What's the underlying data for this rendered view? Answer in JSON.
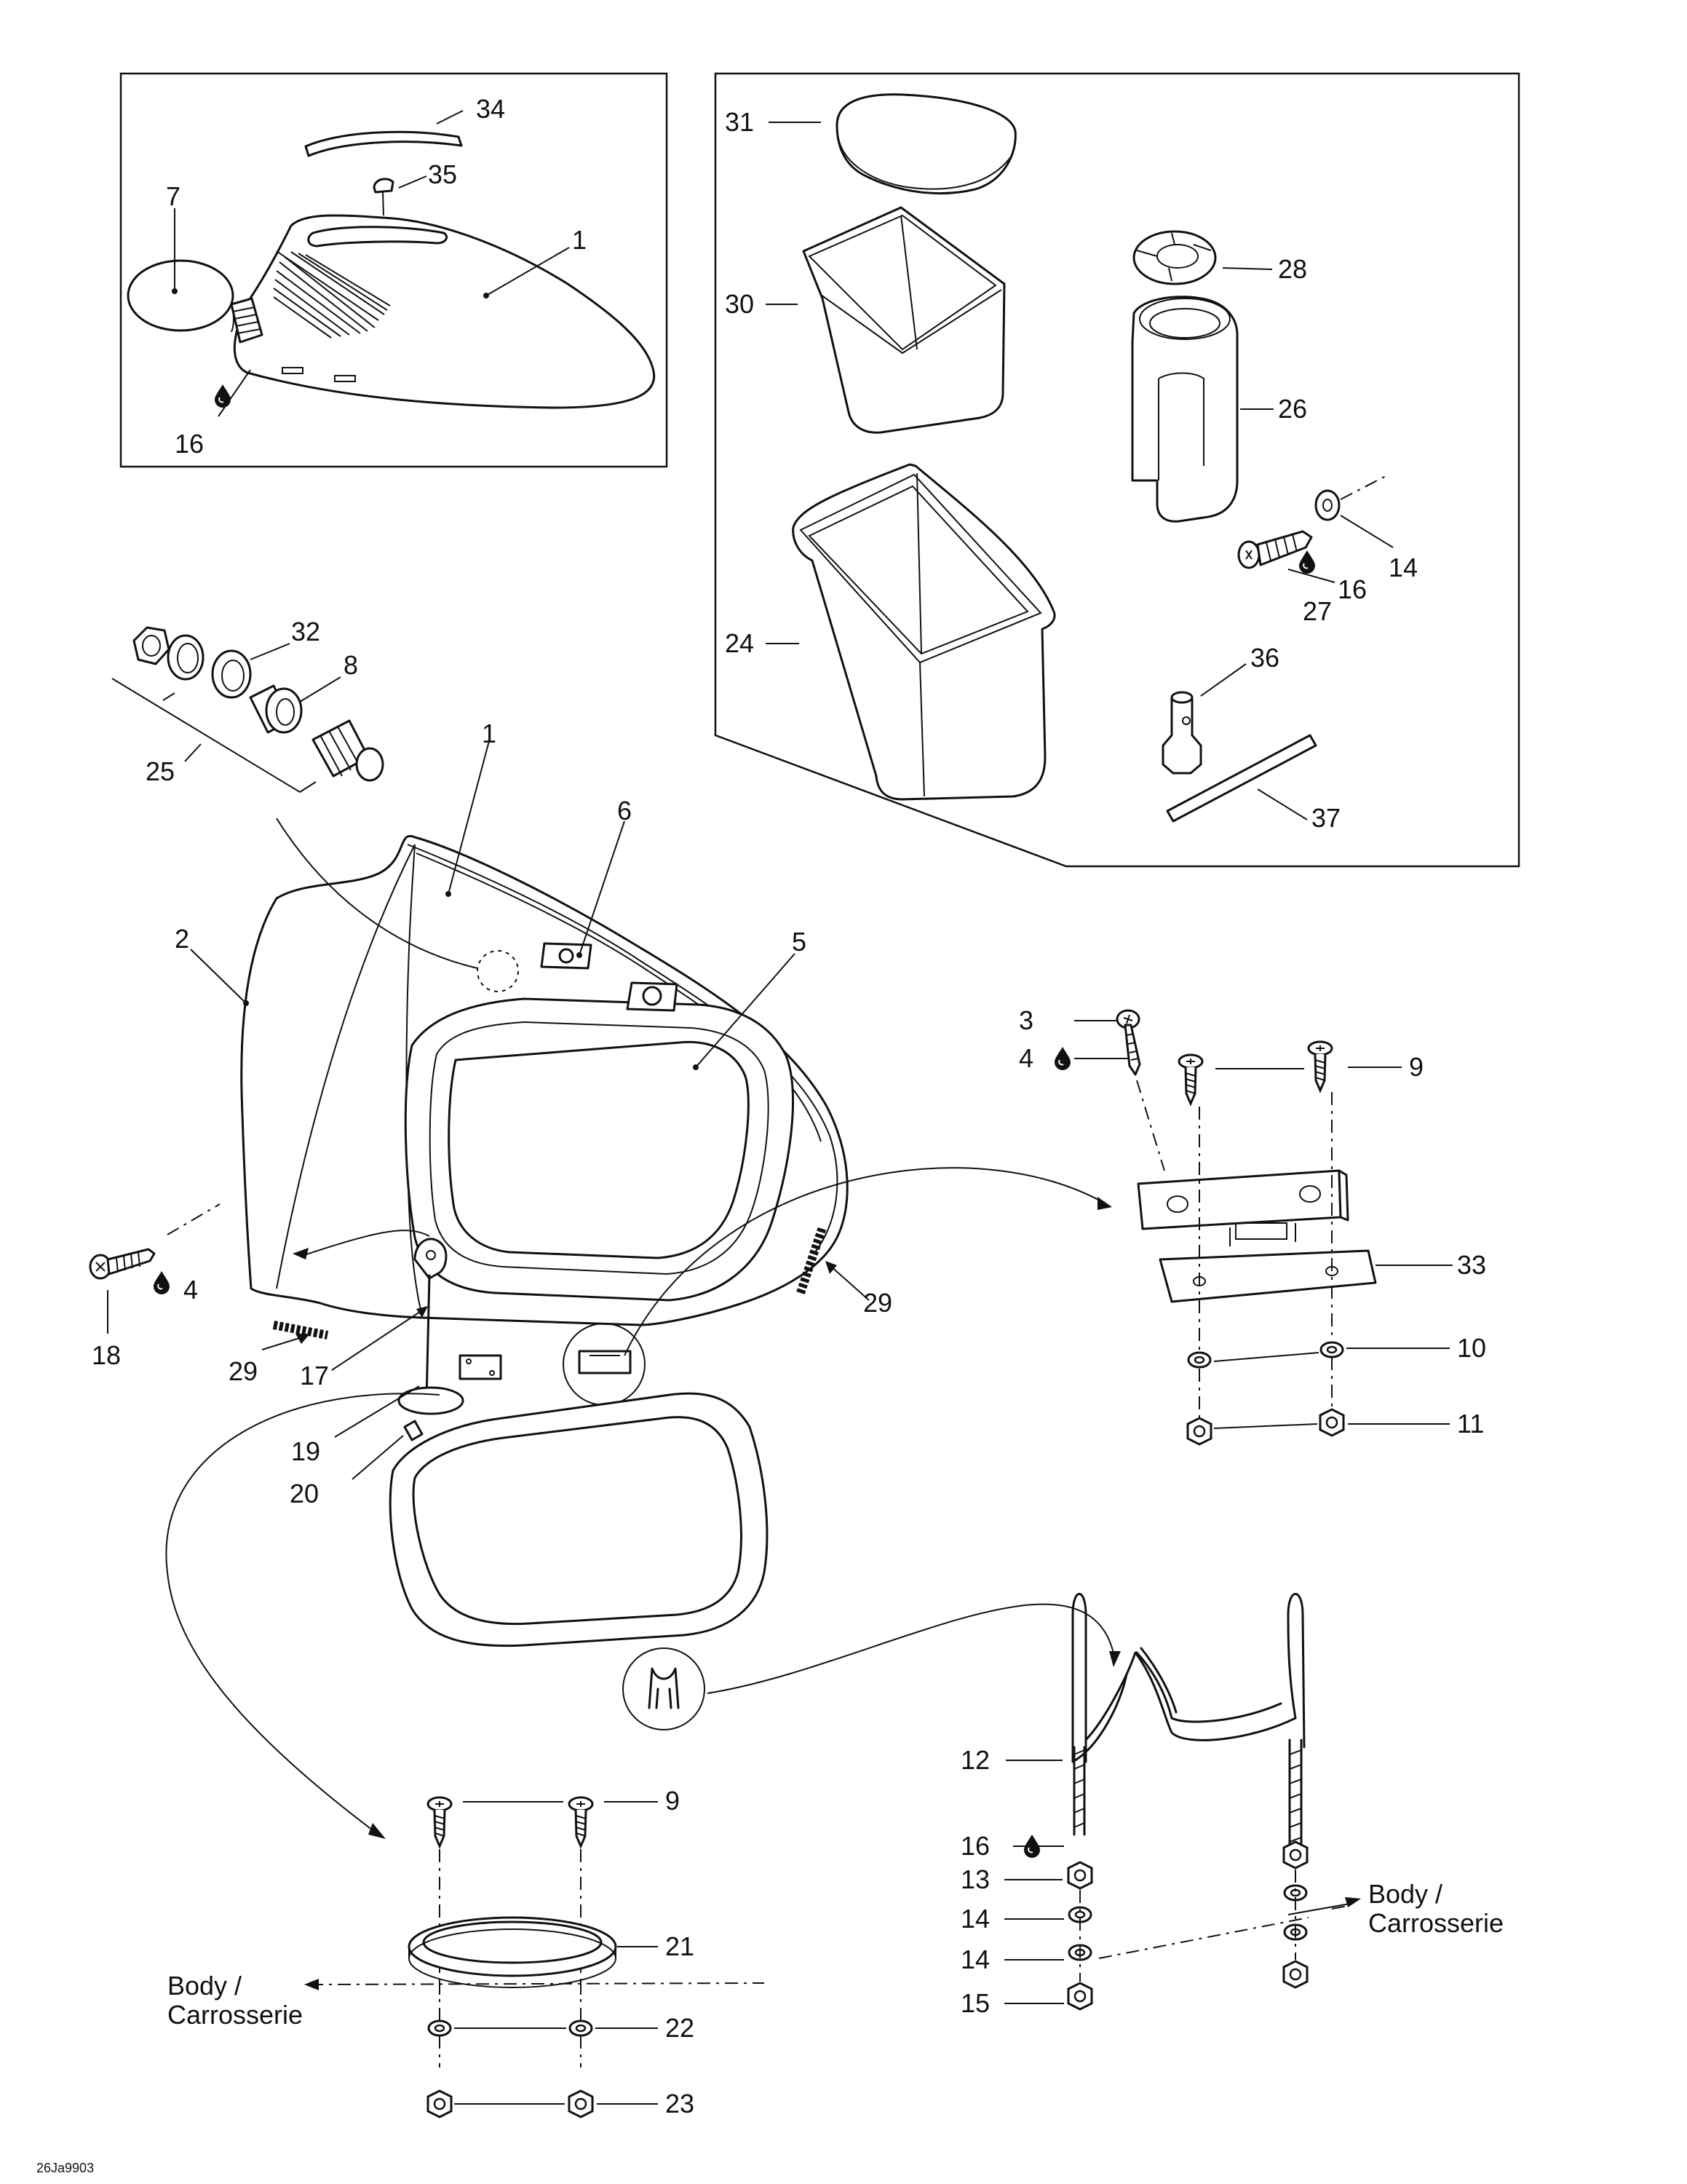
{
  "document_code": "26Ja9903",
  "body_label": {
    "line1": "Body /",
    "line2": "Carrosserie"
  },
  "callouts": [
    {
      "id": "c34",
      "text": "34"
    },
    {
      "id": "c35",
      "text": "35"
    },
    {
      "id": "c7",
      "text": "7"
    },
    {
      "id": "c1a",
      "text": "1"
    },
    {
      "id": "c16a",
      "text": "16"
    },
    {
      "id": "c31",
      "text": "31"
    },
    {
      "id": "c30",
      "text": "30"
    },
    {
      "id": "c28",
      "text": "28"
    },
    {
      "id": "c26",
      "text": "26"
    },
    {
      "id": "c14a",
      "text": "14"
    },
    {
      "id": "c16b",
      "text": "16"
    },
    {
      "id": "c27",
      "text": "27"
    },
    {
      "id": "c24",
      "text": "24"
    },
    {
      "id": "c36",
      "text": "36"
    },
    {
      "id": "c37",
      "text": "37"
    },
    {
      "id": "c32",
      "text": "32"
    },
    {
      "id": "c8",
      "text": "8"
    },
    {
      "id": "c25",
      "text": "25"
    },
    {
      "id": "c1b",
      "text": "1"
    },
    {
      "id": "c6",
      "text": "6"
    },
    {
      "id": "c5",
      "text": "5"
    },
    {
      "id": "c2",
      "text": "2"
    },
    {
      "id": "c3",
      "text": "3"
    },
    {
      "id": "c4a",
      "text": "4"
    },
    {
      "id": "c9a",
      "text": "9"
    },
    {
      "id": "c33",
      "text": "33"
    },
    {
      "id": "c10",
      "text": "10"
    },
    {
      "id": "c11",
      "text": "11"
    },
    {
      "id": "c4b",
      "text": "4"
    },
    {
      "id": "c18",
      "text": "18"
    },
    {
      "id": "c29a",
      "text": "29"
    },
    {
      "id": "c29b",
      "text": "29"
    },
    {
      "id": "c17",
      "text": "17"
    },
    {
      "id": "c19",
      "text": "19"
    },
    {
      "id": "c20",
      "text": "20"
    },
    {
      "id": "c12",
      "text": "12"
    },
    {
      "id": "c16c",
      "text": "16"
    },
    {
      "id": "c13",
      "text": "13"
    },
    {
      "id": "c14b",
      "text": "14"
    },
    {
      "id": "c14c",
      "text": "14"
    },
    {
      "id": "c15",
      "text": "15"
    },
    {
      "id": "c9b",
      "text": "9"
    },
    {
      "id": "c21",
      "text": "21"
    },
    {
      "id": "c22",
      "text": "22"
    },
    {
      "id": "c23",
      "text": "23"
    }
  ]
}
